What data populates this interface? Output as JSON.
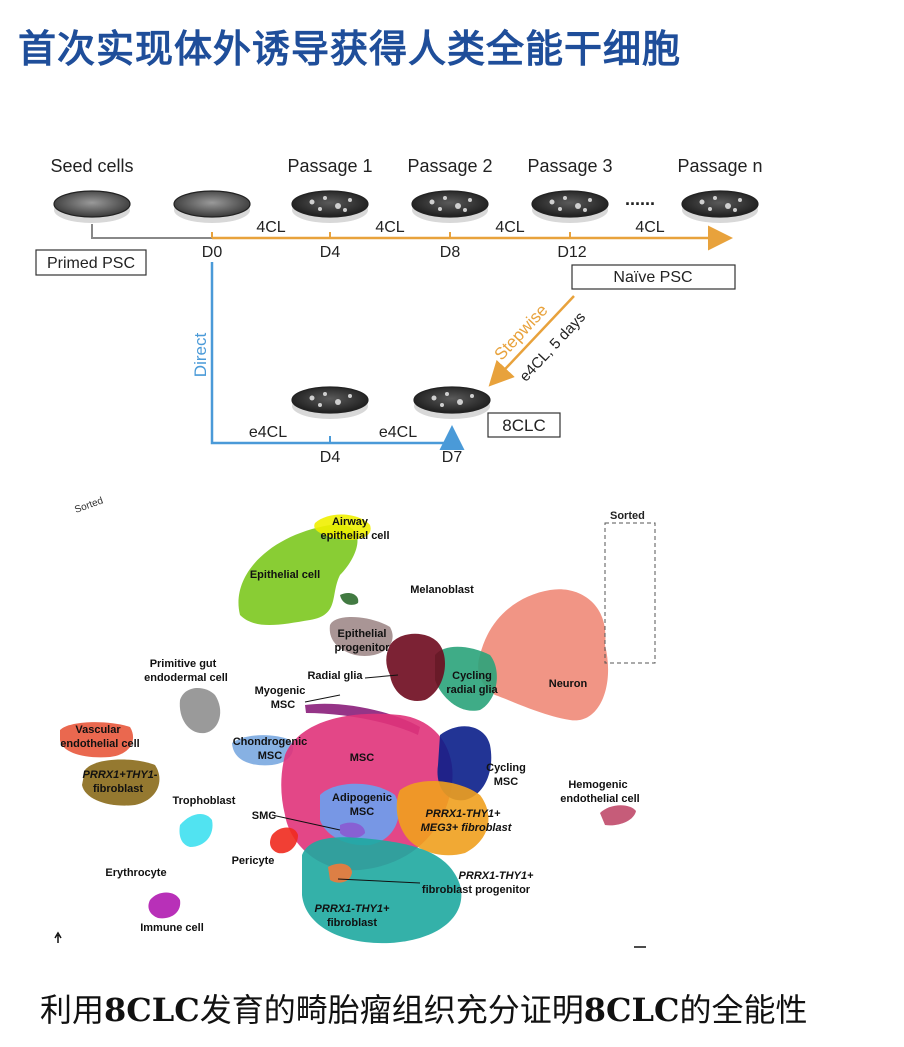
{
  "title": "首次实现体外诱导获得人类全能干细胞",
  "caption": {
    "part1": "利用",
    "bold1": "8CLC",
    "part2": "发育的畸胎瘤组织充分证明",
    "bold2": "8CLC",
    "part3": "的全能性"
  },
  "protocol": {
    "seed_cells": "Seed cells",
    "passage1": "Passage 1",
    "passage2": "Passage 2",
    "passage3": "Passage 3",
    "dots": "......",
    "passage_n": "Passage n",
    "condition_4cl": "4CL",
    "d0": "D0",
    "d4": "D4",
    "d8": "D8",
    "d12": "D12",
    "primed_psc": "Primed PSC",
    "naive_psc": "Naïve PSC",
    "direct": "Direct",
    "stepwise": "Stepwise",
    "stepwise_cond": "e4CL, 5 days",
    "e4cl": "e4CL",
    "d4b": "D4",
    "d7": "D7",
    "result": "8CLC"
  },
  "umap": {
    "sorted_label_left": "Sorted",
    "sorted_label_right": "Sorted",
    "clusters": {
      "airway": "Airway epithelial cell",
      "airway_l1": "Airway",
      "airway_l2": "epithelial cell",
      "epithelial": "Epithelial cell",
      "melanoblast": "Melanoblast",
      "epi_prog_l1": "Epithelial",
      "epi_prog_l2": "progenitor",
      "radial_glia": "Radial glia",
      "cycling_rg_l1": "Cycling",
      "cycling_rg_l2": "radial glia",
      "neuron": "Neuron",
      "prim_gut_l1": "Primitive gut",
      "prim_gut_l2": "endodermal cell",
      "myogenic_l1": "Myogenic",
      "myogenic_l2": "MSC",
      "vascular_l1": "Vascular",
      "vascular_l2": "endothelial cell",
      "prrx_fib_l1": "PRRX1+THY1-",
      "prrx_fib_l2": "fibroblast",
      "chondro_l1": "Chondrogenic",
      "chondro_l2": "MSC",
      "msc": "MSC",
      "cycling_msc_l1": "Cycling",
      "cycling_msc_l2": "MSC",
      "trophoblast": "Trophoblast",
      "adipo_l1": "Adipogenic",
      "adipo_l2": "MSC",
      "smc": "SMC",
      "meg3_l1": "PRRX1-THY1+",
      "meg3_l2": "MEG3+ fibroblast",
      "hemogenic_l1": "Hemogenic",
      "hemogenic_l2": "endothelial cell",
      "pericyte": "Pericyte",
      "erythrocyte": "Erythrocyte",
      "fib_prog_l1": "PRRX1-THY1+",
      "fib_prog_l2": "fibroblast progenitor",
      "prrx_thy_fib_l1": "PRRX1-THY1+",
      "prrx_thy_fib_l2": "fibroblast",
      "immune": "Immune cell"
    },
    "colors": {
      "airway": "#f0f000",
      "epithelial": "#7cc81e",
      "melanoblast": "#2e6b2e",
      "epi_prog": "#a08a8a",
      "radial_glia": "#6e0a1e",
      "cycling_rg": "#2aa37a",
      "neuron": "#f08a78",
      "prim_gut": "#8f8f8f",
      "myogenic": "#8a1e7a",
      "vascular": "#e8583c",
      "prrx_fib": "#8a6a1a",
      "chondro": "#7aa8e0",
      "msc": "#e0337a",
      "cycling_msc": "#0a1e8a",
      "trophoblast": "#3ee0f0",
      "adipo": "#6aa0f0",
      "smc": "#8a5ad0",
      "meg3": "#f0a01e",
      "hemogenic": "#c04a6a",
      "pericyte": "#f02a1e",
      "fib_prog": "#f07a3a",
      "prrx_thy": "#1ea8a0",
      "immune": "#b01ab0"
    }
  }
}
